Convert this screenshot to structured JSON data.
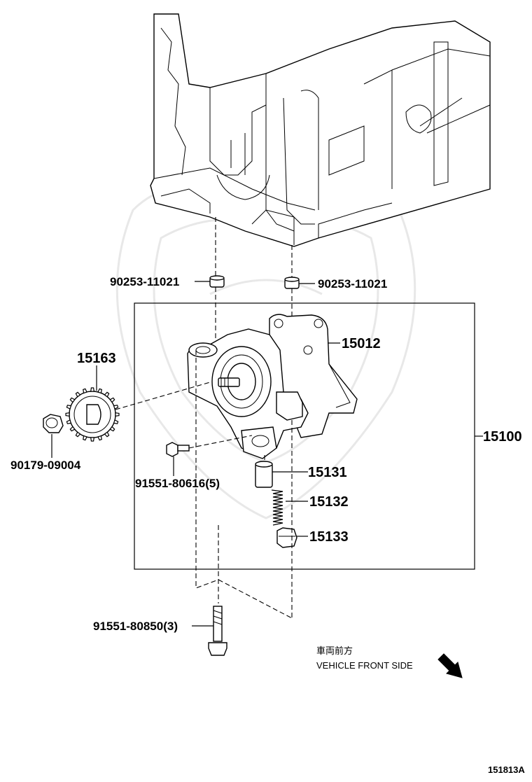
{
  "labels": {
    "pn_90253_left": "90253-11021",
    "pn_90253_right": "90253-11021",
    "pn_15012": "15012",
    "pn_15163": "15163",
    "pn_15100": "15100",
    "pn_90179": "90179-09004",
    "pn_91551_80616": "91551-80616(5)",
    "pn_15131": "15131",
    "pn_15132": "15132",
    "pn_15133": "15133",
    "pn_91551_80850": "91551-80850(3)",
    "note_jp": "車両前方",
    "note_en": "VEHICLE FRONT SIDE",
    "ref_code": "151813A"
  }
}
